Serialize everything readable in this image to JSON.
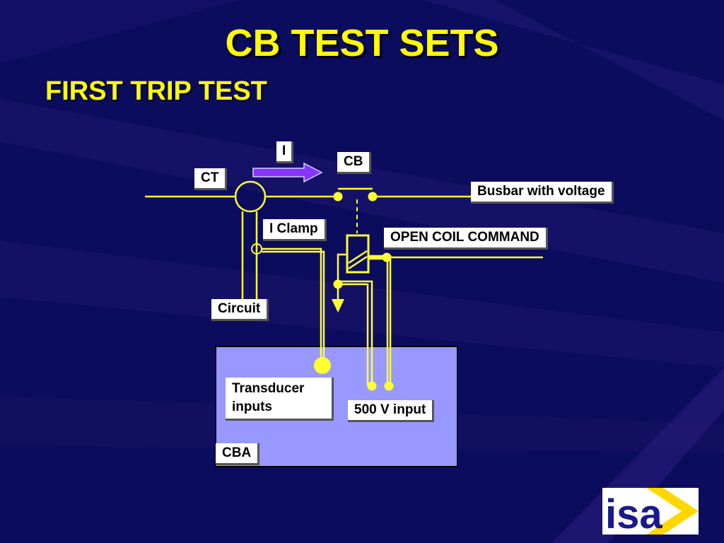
{
  "slide": {
    "title": "CB TEST SETS",
    "subtitle": "FIRST TRIP TEST"
  },
  "labels": {
    "current": "I",
    "cb": "CB",
    "ct": "CT",
    "busbar": "Busbar with voltage",
    "i_clamp": "I Clamp",
    "open_coil": "OPEN COIL COMMAND",
    "circuit": "Circuit",
    "transducer": "Transducer inputs",
    "v500": "500 V input",
    "cba": "CBA"
  },
  "logo": {
    "text": "isa"
  },
  "colors": {
    "background": "#0c0c5e",
    "title": "#ffff00",
    "wire": "#ffff33",
    "cba_box": "#9898ff",
    "arrow": "#8833ff",
    "logo_bg": "#ffffff",
    "logo_text": "#1a1a8a",
    "logo_chevron": "#ffd700"
  }
}
